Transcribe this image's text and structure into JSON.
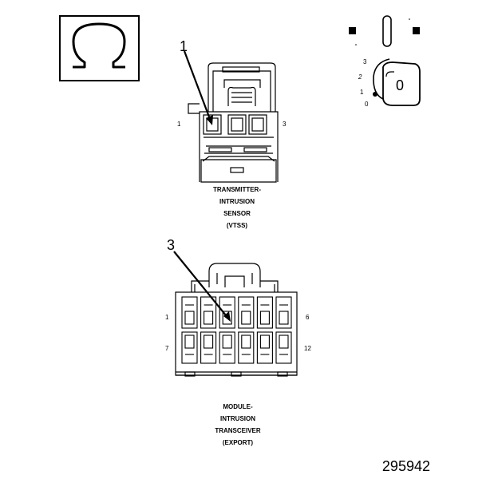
{
  "symbol": {
    "name": "ohm-icon",
    "glyph": "Ω"
  },
  "ignition": {
    "positions": [
      "3",
      "2",
      "1",
      "0"
    ],
    "key_label": "0"
  },
  "sensor": {
    "callout": "1",
    "pin_left": "1",
    "pin_right": "3",
    "caption": [
      "TRANSMITTER-",
      "INTRUSION",
      "SENSOR",
      "(VTSS)"
    ]
  },
  "module": {
    "callout": "3",
    "pin_top_left": "1",
    "pin_top_right": "6",
    "pin_bottom_left": "7",
    "pin_bottom_right": "12",
    "caption": [
      "MODULE-",
      "INTRUSION",
      "TRANSCEIVER",
      "(EXPORT)"
    ]
  },
  "figure_number": "295942"
}
